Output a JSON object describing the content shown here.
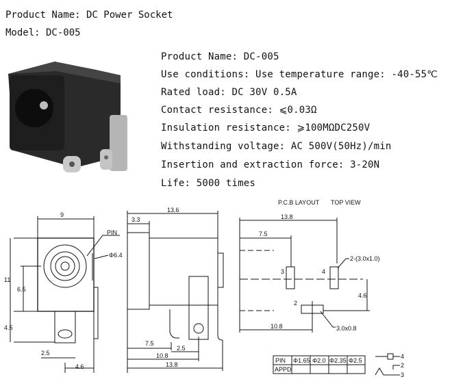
{
  "header": {
    "product_name": "Product Name: DC Power Socket",
    "model": "Model: DC-005"
  },
  "specs": [
    "Product Name: DC-005",
    "Use conditions: Use temperature range: -40-55℃",
    "Rated load: DC 30V 0.5A",
    "Contact resistance: ⩽0.03Ω",
    "Insulation resistance: ⩾100MΩDC250V",
    "Withstanding voltage: AC 500V(50Hz)/min",
    "Insertion and extraction force: 3-20N",
    "Life: 5000 times"
  ],
  "drawing": {
    "front": {
      "width": "9",
      "height": "11",
      "mid": "6.5",
      "lower": "4.5",
      "pin_label": "PIN",
      "dia": "Φ6.4",
      "pin_offset": "2.5",
      "pin_width": "4.6"
    },
    "side": {
      "length": "13.6",
      "flange": "3.3",
      "d1": "7.5",
      "d2": "2.5",
      "d3": "10.8",
      "d4": "13.8"
    },
    "pcb": {
      "title": "P.C.B LAYOUT",
      "view": "TOP VIEW",
      "total": "13.8",
      "d1": "7.5",
      "d2": "10.8",
      "d3": "4.6",
      "slot_note": "2-(3.0x1.0)",
      "slot2_note": "3.0x0.8",
      "pin3": "3",
      "pin4": "4",
      "pin2": "2"
    },
    "table": {
      "row1": [
        "PIN",
        "Φ1.65",
        "Φ2.0",
        "Φ2.35",
        "Φ2.5"
      ],
      "row2": [
        "APPD",
        "",
        "",
        "",
        ""
      ]
    },
    "schematic": {
      "p4": "4",
      "p2": "2",
      "p3": "3"
    }
  }
}
